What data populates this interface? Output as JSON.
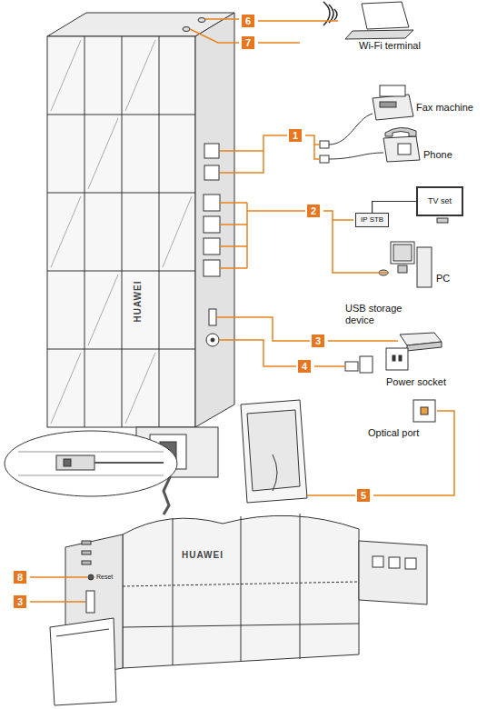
{
  "diagram": {
    "nodes": [
      {
        "text": [
          "TV set"
        ]
      },
      {
        "text": [
          "IP STB"
        ]
      }
    ],
    "edges": [
      {
        "from": 0,
        "to": 1,
        "arrow": "none"
      }
    ],
    "labels": [
      "6",
      "Wi-Fi terminal",
      "7",
      "Fax machine",
      "1",
      "Phone",
      "2",
      "PC",
      "USB storage device",
      "3",
      "4",
      "Power socket",
      "HUAWEI",
      "Optical port",
      "5",
      "HUAWEI",
      "8",
      "Reset",
      "3"
    ]
  }
}
